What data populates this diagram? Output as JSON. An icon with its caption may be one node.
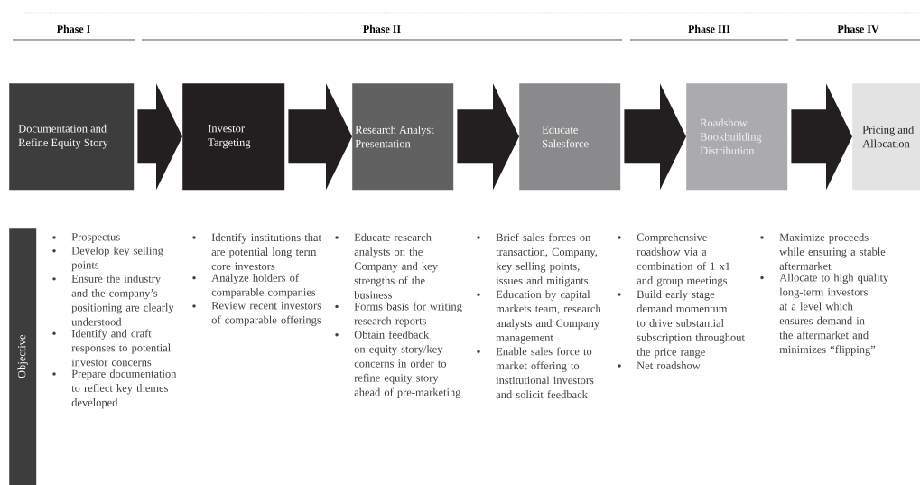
{
  "diagram": {
    "nodes": [
      {
        "text": [
          "Documentation and Refine Equity Story"
        ]
      },
      {
        "text": [
          "Investor Targeting"
        ]
      },
      {
        "text": [
          "Research Analyst Presentation"
        ]
      },
      {
        "text": [
          "Educate Salesforce"
        ]
      },
      {
        "text": [
          "Roadshow Bookbuilding Distribution"
        ]
      },
      {
        "text": [
          "Pricing and Allocation"
        ]
      },
      {
        "text": [
          "Objective"
        ]
      }
    ],
    "edges": [
      {
        "from": 0,
        "to": 1,
        "arrow": "to"
      },
      {
        "from": 1,
        "to": 2,
        "arrow": "to"
      },
      {
        "from": 2,
        "to": 3,
        "arrow": "to"
      },
      {
        "from": 3,
        "to": 4,
        "arrow": "to"
      },
      {
        "from": 4,
        "to": 5,
        "arrow": "to"
      }
    ],
    "labels": [
      "Phase I",
      "Phase II",
      "Phase III",
      "Phase IV",
      "Prospectus",
      "Develop key selling points",
      "Ensure the industry and the company’s positioning are clearly understood",
      "Identify and craft responses to potential investor concerns",
      "Prepare documentation to reflect key themes developed",
      "Identify institutions that are potential long term core investors",
      "Analyze holders of comparable companies",
      "Review recent investors of comparable offerings",
      "Educate research analysts on the Company and key strengths of the business",
      "Forms basis for writing research reports",
      "Obtain feedback on equity story/key concerns in order to refine equity story ahead of pre-marketing",
      "Brief sales forces on transaction, Company, key selling points, issues and mitigants",
      "Education by capital markets team, research analysts and Company management",
      "Enable sales force to market offering to institutional investors and solicit feedback",
      "Comprehensive roadshow via a combination of 1 x1 and group meetings",
      "Build early stage demand momentum to drive substantial subscription throughout the price range",
      "Net roadshow",
      "Maximize proceeds while ensuring a stable aftermarket",
      "Allocate to high quality long-term investors at a level which ensures demand in the aftermarket and minimizes “flipping”"
    ]
  }
}
